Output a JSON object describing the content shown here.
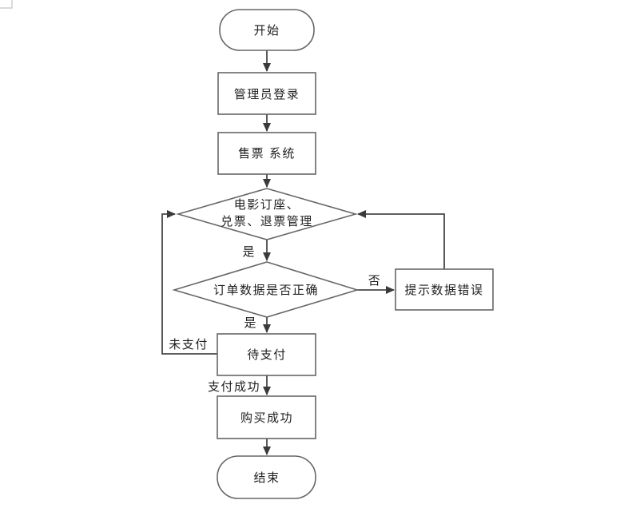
{
  "flowchart": {
    "nodes": {
      "start": "开始",
      "admin_login": "管理员登录",
      "ticket_system": "售票 系统",
      "booking_line1": "电影订座、",
      "booking_line2": "兑票、退票管理",
      "order_check": "订单数据是否正确",
      "error_prompt": "提示数据错误",
      "pending_payment": "待支付",
      "purchase_success": "购买成功",
      "end": "结束"
    },
    "edge_labels": {
      "yes_after_booking": "是",
      "yes_after_check": "是",
      "no_branch": "否",
      "unpaid_loop": "未支付",
      "pay_success": "支付成功"
    },
    "colors": {
      "shape_border": "#666666",
      "connector": "#474747",
      "arrowhead": "#3a3a3a",
      "text": "#1f1f1f",
      "crop_mark": "#c3c3c3",
      "background": "#ffffff"
    }
  }
}
